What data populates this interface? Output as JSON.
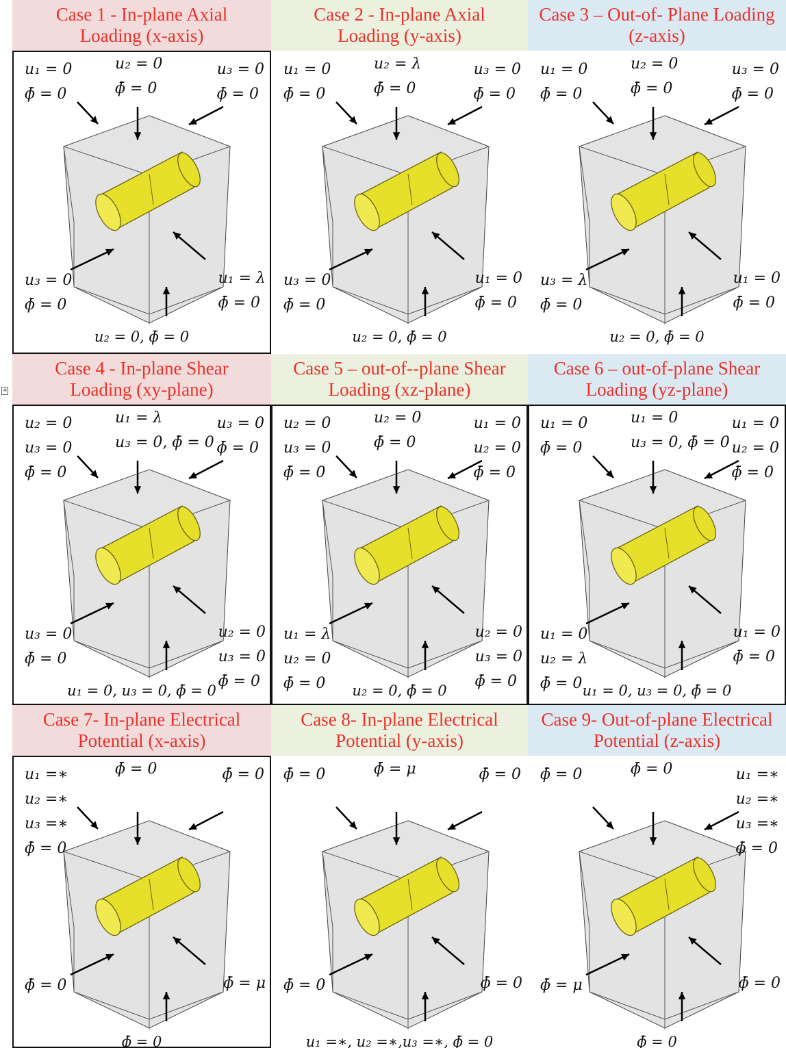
{
  "colors": {
    "header_pink": "#f2dcdb",
    "header_green": "#ebf1de",
    "header_blue": "#dbe9f3",
    "title_red": "#e8312a",
    "cylinder": "#e6e02a",
    "cube_fill": "#d9d9d9"
  },
  "marker_icon": "plus-box-icon",
  "cases": [
    {
      "title_line1": "Case 1 - In-plane Axial",
      "title_line2": "Loading (x-axis)",
      "bc": {
        "tl": [
          "u₁ = 0",
          "ϕ̄ = 0"
        ],
        "tm": [
          "u₂ = 0",
          "ϕ̄ = 0"
        ],
        "tr": [
          "u₃ = 0",
          "ϕ̄ = 0"
        ],
        "bl": [
          "u₃ = 0",
          "ϕ̄ = 0"
        ],
        "br": [
          "u₁ = λ",
          "ϕ̄ = 0"
        ],
        "bm": [
          "u₂ = 0, ϕ̄ = 0"
        ]
      }
    },
    {
      "title_line1": "Case 2 - In-plane Axial",
      "title_line2": "Loading (y-axis)",
      "bc": {
        "tl": [
          "u₁ = 0",
          "ϕ̄ = 0"
        ],
        "tm": [
          "u₂ = λ",
          "ϕ̄ = 0"
        ],
        "tr": [
          "u₃ = 0",
          "ϕ̄ = 0"
        ],
        "bl": [
          "u₃ = 0",
          "ϕ̄ = 0"
        ],
        "br": [
          "u₁ = 0",
          "ϕ̄ = 0"
        ],
        "bm": [
          "u₂ = 0, ϕ̄ = 0"
        ]
      }
    },
    {
      "title_line1": "Case 3 – Out-of- Plane Loading",
      "title_line2": "(z-axis)",
      "bc": {
        "tl": [
          "u₁ = 0",
          "ϕ̄ = 0"
        ],
        "tm": [
          "u₂ = 0",
          "ϕ̄ = 0"
        ],
        "tr": [
          "u₃ = 0",
          "ϕ̄ = 0"
        ],
        "bl": [
          "u₃ = λ",
          "ϕ̄ = 0"
        ],
        "br": [
          "u₁ = 0",
          "ϕ̄ = 0"
        ],
        "bm": [
          "u₂ = 0, ϕ̄ = 0"
        ]
      }
    },
    {
      "title_line1": "Case 4 - In-plane Shear",
      "title_line2": "Loading (xy-plane)",
      "bc": {
        "tl": [
          "u₂ = 0",
          "u₃ = 0",
          "ϕ̄  = 0"
        ],
        "tm": [
          "u₁ = λ",
          "u₃ = 0, ϕ̄  = 0"
        ],
        "tr": [
          "u₃ = 0",
          "ϕ̄ = 0"
        ],
        "bl": [
          "u₃ = 0",
          "ϕ̄ = 0"
        ],
        "br": [
          "u₂ = 0",
          "u₃ = 0",
          "ϕ̄  = 0"
        ],
        "bm": [
          "u₁ = 0, u₃ = 0, ϕ̄ = 0"
        ]
      }
    },
    {
      "title_line1": "Case 5 – out-of--plane Shear",
      "title_line2": "Loading (xz-plane)",
      "bc": {
        "tl": [
          "u₂ = 0",
          "u₃ = 0",
          "ϕ̄  = 0"
        ],
        "tm": [
          "u₂ = 0",
          "ϕ̄ = 0"
        ],
        "tr": [
          "u₁ = 0",
          "u₂ = 0",
          "ϕ̄  = 0"
        ],
        "bl": [
          "u₁ = λ",
          "u₂ = 0",
          "ϕ̄  = 0"
        ],
        "br": [
          "u₂ = 0",
          "u₃ = 0",
          "ϕ̄  = 0"
        ],
        "bm": [
          "u₂ = 0, ϕ̄ = 0"
        ]
      }
    },
    {
      "title_line1": "Case 6 – out-of-plane Shear",
      "title_line2": "Loading (yz-plane)",
      "bc": {
        "tl": [
          "u₁ = 0",
          "ϕ̄ = 0"
        ],
        "tm": [
          "u₁ = 0",
          "u₃ = 0, ϕ̄ = 0"
        ],
        "tr": [
          "u₁ = 0",
          "u₂ = 0",
          "ϕ̄  = 0"
        ],
        "bl": [
          "u₁ = 0",
          "u₂ = λ",
          "ϕ̄ = 0"
        ],
        "br": [
          "u₁ = 0",
          "ϕ̄ = 0"
        ],
        "bm": [
          "u₁ = 0, u₃ = 0, ϕ̄ = 0"
        ]
      }
    },
    {
      "title_line1": "Case 7- In-plane Electrical",
      "title_line2": "Potential (x-axis)",
      "bc": {
        "tl": [
          "u₁ =∗",
          "u₂ =∗",
          "u₃ =∗",
          "ϕ̄  = 0"
        ],
        "tm": [
          "ϕ̄ = 0"
        ],
        "tr": [
          "ϕ̄ = 0"
        ],
        "bl": [
          "ϕ̄ = 0"
        ],
        "br": [
          "ϕ̄ = μ"
        ],
        "bm": [
          "ϕ̄ = 0"
        ]
      }
    },
    {
      "title_line1": "Case 8- In-plane Electrical",
      "title_line2": "Potential (y-axis)",
      "bc": {
        "tl": [
          "ϕ̄ = 0"
        ],
        "tm": [
          "ϕ̄ = μ"
        ],
        "tr": [
          "ϕ̄ = 0"
        ],
        "bl": [
          "ϕ̄ = 0"
        ],
        "br": [
          "ϕ̄ = 0"
        ],
        "bm": [
          "u₁ =∗, u₂ =∗,u₃ =∗, ϕ̄  = 0"
        ]
      }
    },
    {
      "title_line1": "Case 9- Out-of-plane Electrical",
      "title_line2": "Potential (z-axis)",
      "bc": {
        "tl": [
          "ϕ̄ = 0"
        ],
        "tm": [
          "ϕ̄ = 0"
        ],
        "tr": [
          "u₁ =∗",
          "u₂ =∗",
          "u₃ =∗",
          "ϕ̄ = 0"
        ],
        "bl": [
          "ϕ̄ = μ"
        ],
        "br": [
          "ϕ̄ = 0"
        ],
        "bm": [
          "ϕ̄ = 0"
        ]
      }
    }
  ]
}
